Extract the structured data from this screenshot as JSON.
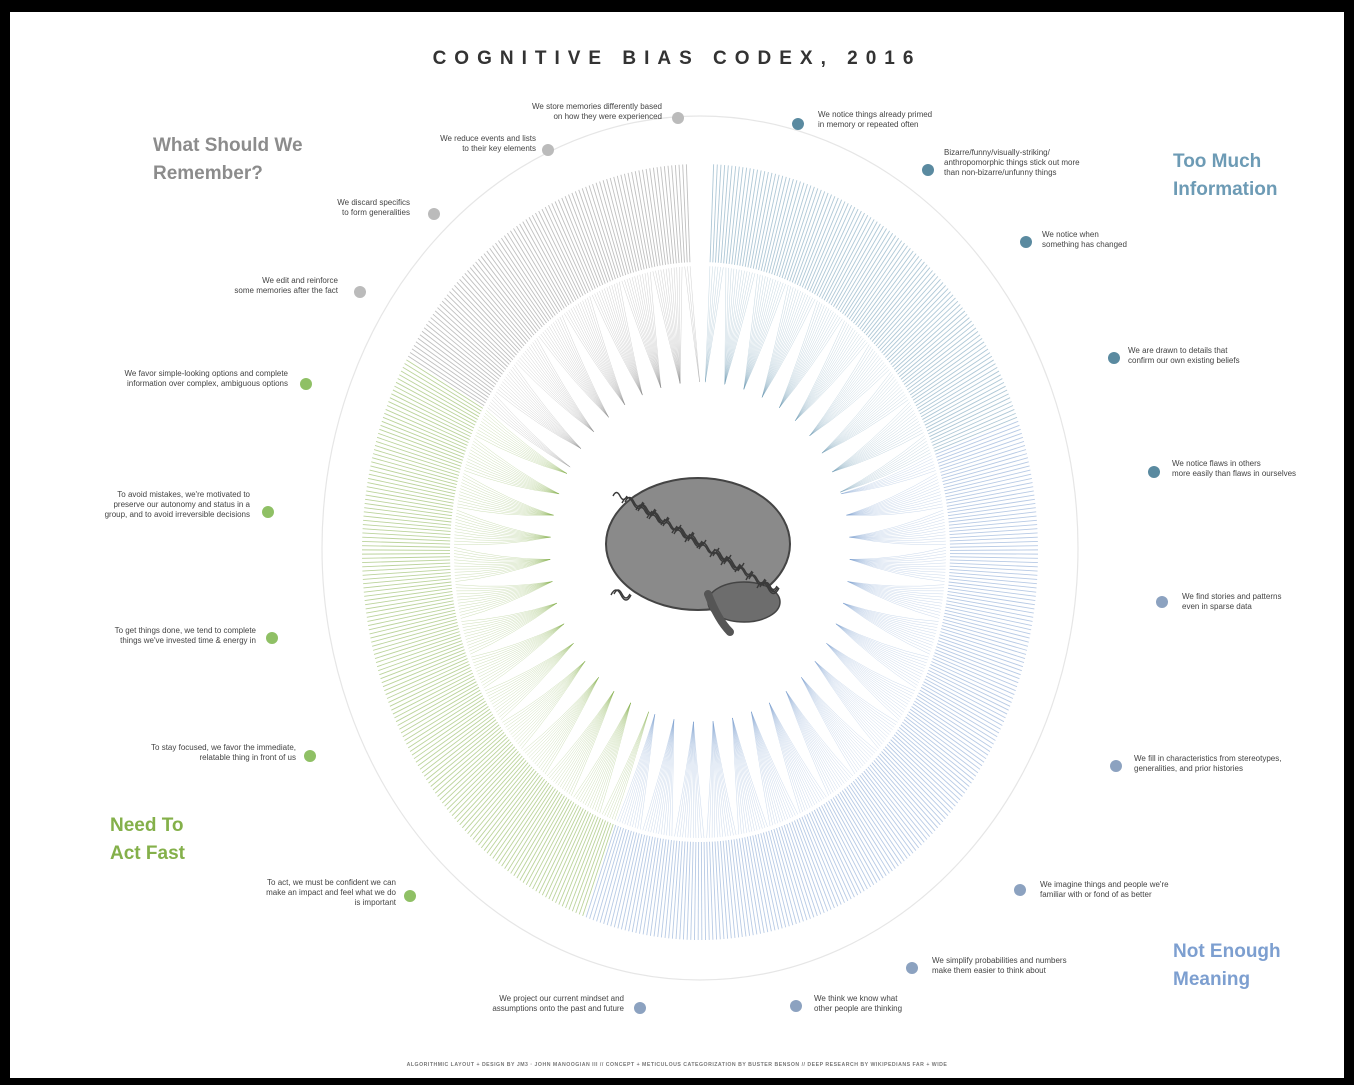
{
  "title": "COGNITIVE BIAS CODEX, 2016",
  "quadrants": {
    "remember": {
      "line1": "What Should We",
      "line2": "Remember?",
      "color": "#8c8c8c"
    },
    "info": {
      "line1": "Too Much",
      "line2": "Information",
      "color": "#6d9bb5"
    },
    "act": {
      "line1": "Need To",
      "line2": "Act Fast",
      "color": "#84b04a"
    },
    "meaning": {
      "line1": "Not Enough",
      "line2": "Meaning",
      "color": "#7d9fd0"
    }
  },
  "subcategories": [
    {
      "lines": [
        "We store memories differently based",
        "on how they were experienced"
      ]
    },
    {
      "lines": [
        "We reduce events and lists",
        "to their key elements"
      ]
    },
    {
      "lines": [
        "We discard specifics",
        "to form generalities"
      ]
    },
    {
      "lines": [
        "We edit and reinforce",
        "some memories after the fact"
      ]
    },
    {
      "lines": [
        "We favor simple-looking options and complete",
        "information over complex, ambiguous options"
      ]
    },
    {
      "lines": [
        "To avoid mistakes, we're motivated to",
        "preserve our autonomy and status in a",
        "group, and to avoid irreversible decisions"
      ]
    },
    {
      "lines": [
        "To get things done, we tend to complete",
        "things we've invested time & energy in"
      ]
    },
    {
      "lines": [
        "To stay focused, we favor the immediate,",
        "relatable thing in front of us"
      ]
    },
    {
      "lines": [
        "To act, we must be confident we can",
        "make an impact and feel what we do",
        "is important"
      ]
    },
    {
      "lines": [
        "We project our current mindset and",
        "assumptions onto the past and future"
      ]
    },
    {
      "lines": [
        "We notice things already primed",
        "in memory or repeated often"
      ]
    },
    {
      "lines": [
        "Bizarre/funny/visually-striking/",
        "anthropomorphic things stick out more",
        "than non-bizarre/unfunny things"
      ]
    },
    {
      "lines": [
        "We notice when",
        "something has changed"
      ]
    },
    {
      "lines": [
        "We are drawn to details that",
        "confirm our own existing beliefs"
      ]
    },
    {
      "lines": [
        "We notice flaws in others",
        "more easily than flaws in ourselves"
      ]
    },
    {
      "lines": [
        "We find stories and patterns",
        "even in sparse data"
      ]
    },
    {
      "lines": [
        "We fill in characteristics from stereotypes,",
        "generalities, and prior histories"
      ]
    },
    {
      "lines": [
        "We imagine things and people we're",
        "familiar with or fond of as better"
      ]
    },
    {
      "lines": [
        "We simplify probabilities and numbers",
        "make them easier to think about"
      ]
    },
    {
      "lines": [
        "We think we know what",
        "other people are thinking"
      ]
    }
  ],
  "footer": "ALGORITHMIC LAYOUT + DESIGN BY JM3 · JOHN MANOOGIAN III // CONCEPT + METICULOUS CATEGORIZATION BY BUSTER BENSON // DEEP RESEARCH BY WIKIPEDIANS FAR + WIDE"
}
